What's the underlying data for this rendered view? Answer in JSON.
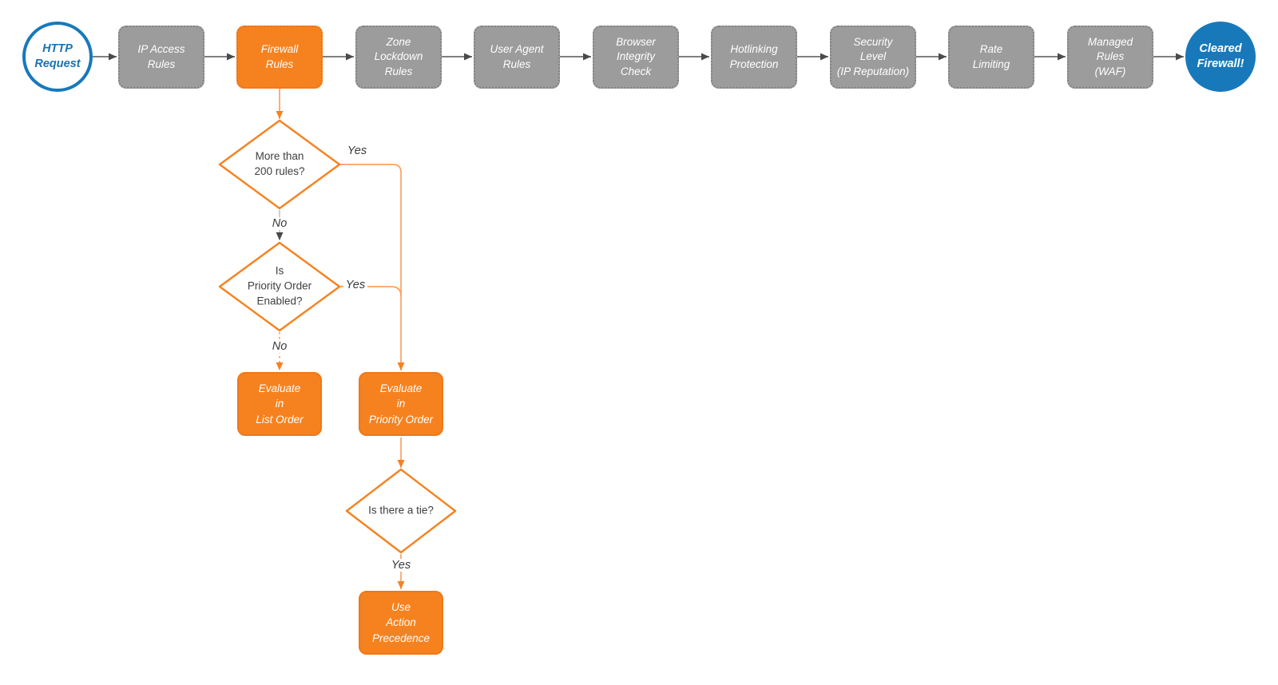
{
  "diagram": {
    "title_hint": "HTTP request firewall evaluation flowchart",
    "colors": {
      "accent_orange": "#F6821F",
      "orange_line": "#F8A265",
      "accent_blue": "#1879BA",
      "gray_box": "#9C9C9C",
      "gray_box_border": "#838383",
      "arrow_gray": "#4A4A4A",
      "text_dark": "#3F3F3F",
      "background": "#FFFFFF"
    },
    "start": {
      "label": "HTTP\nRequest"
    },
    "end": {
      "label": "Cleared\nFirewall!"
    },
    "pipeline": [
      {
        "label": "IP Access\nRules",
        "highlight": false
      },
      {
        "label": "Firewall\nRules",
        "highlight": true
      },
      {
        "label": "Zone\nLockdown\nRules",
        "highlight": false
      },
      {
        "label": "User Agent\nRules",
        "highlight": false
      },
      {
        "label": "Browser\nIntegrity\nCheck",
        "highlight": false
      },
      {
        "label": "Hotlinking\nProtection",
        "highlight": false
      },
      {
        "label": "Security\nLevel\n(IP Reputation)",
        "highlight": false
      },
      {
        "label": "Rate\nLimiting",
        "highlight": false
      },
      {
        "label": "Managed\nRules\n(WAF)",
        "highlight": false
      }
    ],
    "decisions": [
      {
        "label": "More than\n200 rules?"
      },
      {
        "label": "Is\nPriority Order\nEnabled?"
      },
      {
        "label": "Is there a tie?"
      }
    ],
    "actions": [
      {
        "label": "Evaluate\nin\nList Order"
      },
      {
        "label": "Evaluate\nin\nPriority Order"
      },
      {
        "label": "Use\nAction\nPrecedence"
      }
    ],
    "edge_labels": {
      "d1_yes": "Yes",
      "d1_no": "No",
      "d2_yes": "Yes",
      "d2_no": "No",
      "d3_yes": "Yes"
    }
  }
}
